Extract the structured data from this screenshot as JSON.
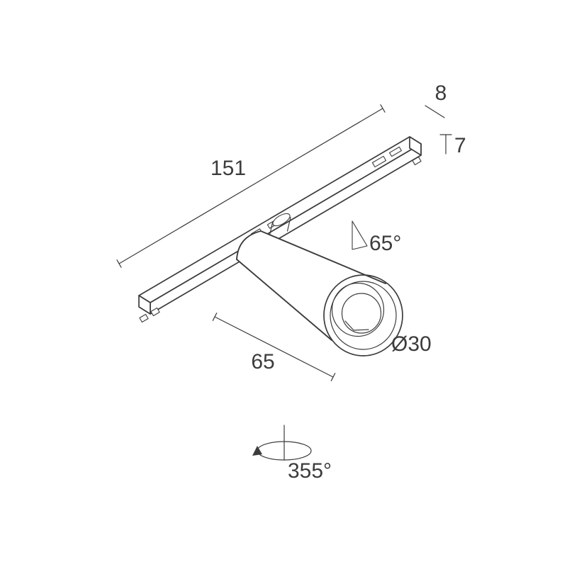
{
  "figure": {
    "kind": "technical dimension drawing",
    "subject": "track-mounted cylindrical spotlight luminaire",
    "colors": {
      "line": "#3c3c3c",
      "background": "#ffffff"
    },
    "dimensions": {
      "track_length": "151",
      "track_width": "8",
      "track_height": "7",
      "body_length": "65",
      "head_diameter": "Ø30",
      "tilt_angle": "65°",
      "rotation_angle": "355°"
    }
  }
}
